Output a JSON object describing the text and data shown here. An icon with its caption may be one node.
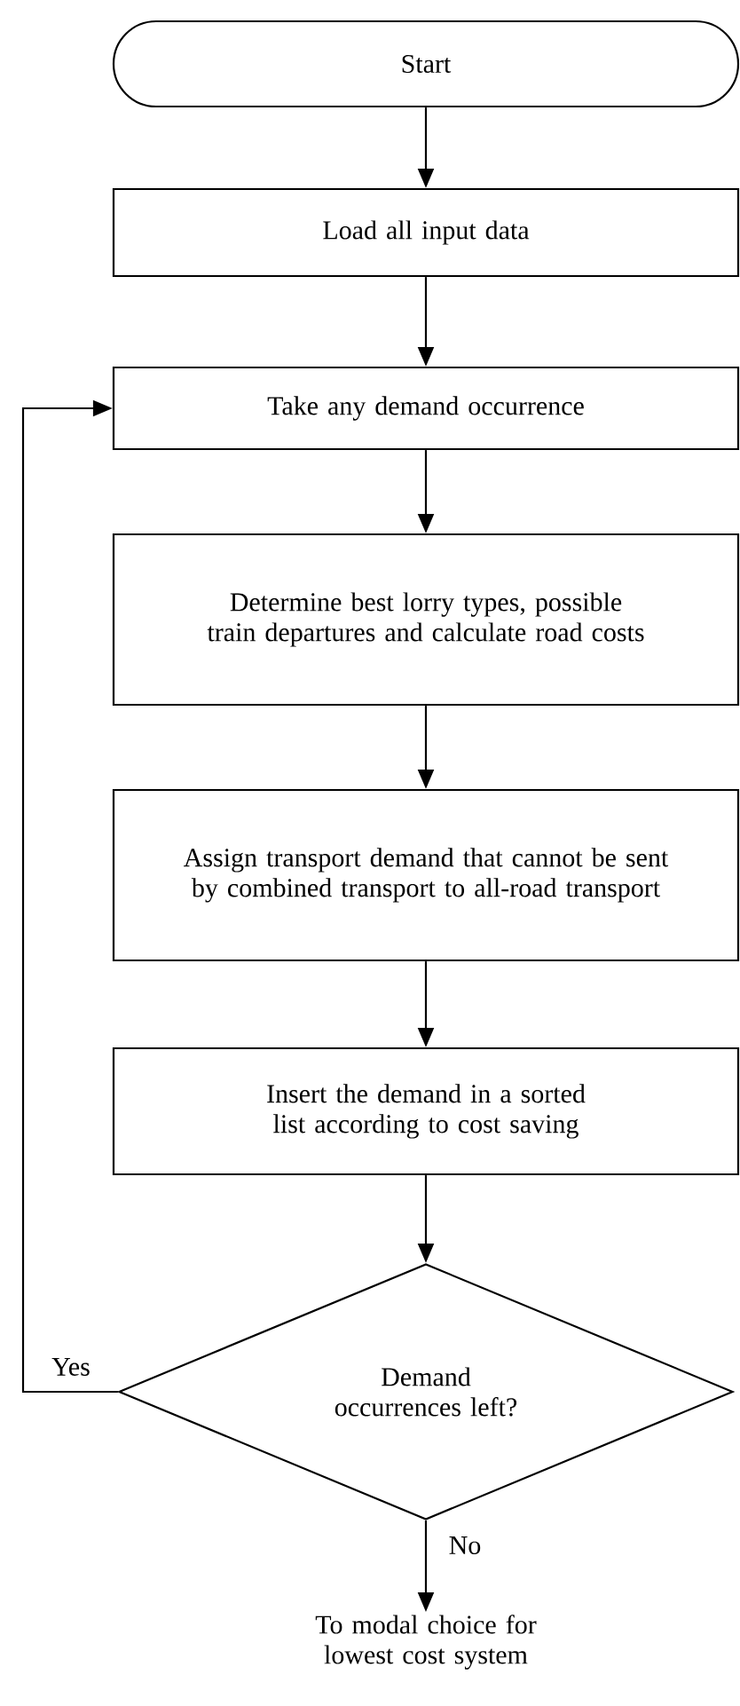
{
  "diagram": {
    "nodes": [
      {
        "text": [
          "Start"
        ]
      },
      {
        "text": [
          "Load all input data"
        ]
      },
      {
        "text": [
          "Take any demand occurrence"
        ]
      },
      {
        "text": [
          "Determine best lorry types, possible train departures and calculate road costs"
        ]
      },
      {
        "text": [
          "Assign transport demand that cannot be sent by combined transport to all-road transport"
        ]
      },
      {
        "text": [
          "Insert the demand in a sorted list according to cost saving"
        ]
      },
      {
        "text": [
          "Demand occurrences left?"
        ]
      },
      {
        "text": [
          "To modal choice for lowest cost system"
        ]
      }
    ],
    "edges": [
      {
        "from": 0,
        "to": 1,
        "arrow": "to"
      },
      {
        "from": 1,
        "to": 2,
        "arrow": "to"
      },
      {
        "from": 2,
        "to": 3,
        "arrow": "to"
      },
      {
        "from": 3,
        "to": 4,
        "arrow": "to"
      },
      {
        "from": 4,
        "to": 5,
        "arrow": "to"
      },
      {
        "from": 5,
        "to": 6,
        "arrow": "to"
      },
      {
        "from": 6,
        "to": 2,
        "arrow": "to",
        "label": "Yes"
      },
      {
        "from": 6,
        "to": 7,
        "arrow": "to",
        "label": "No"
      }
    ]
  }
}
